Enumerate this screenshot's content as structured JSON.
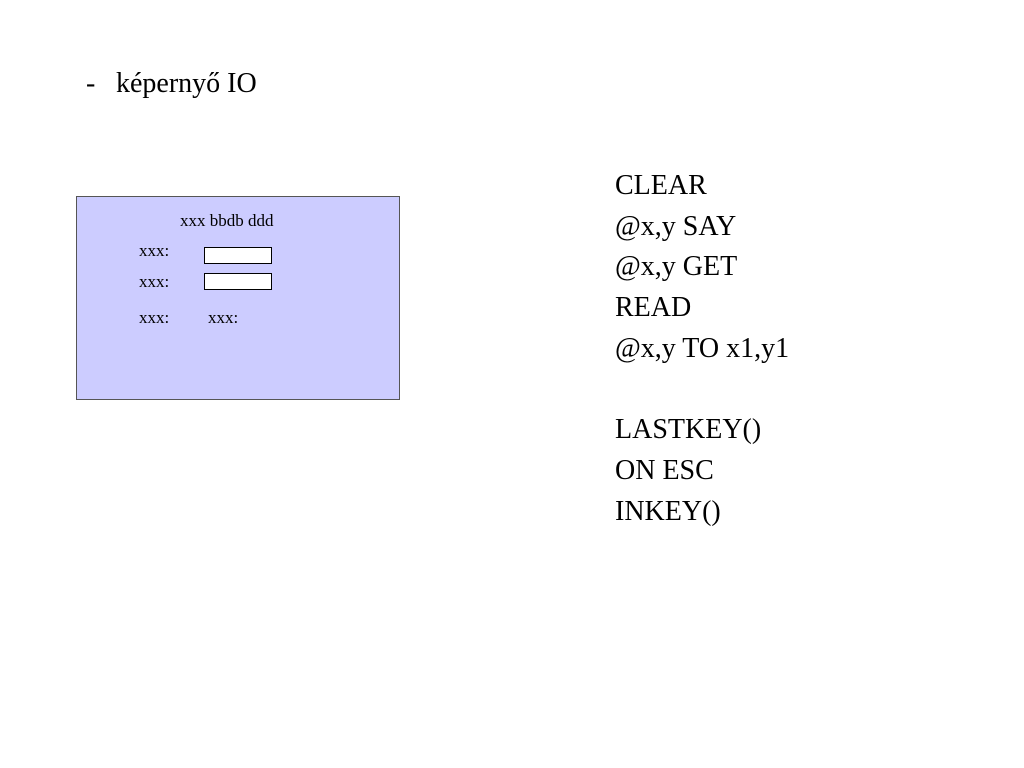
{
  "heading": {
    "dash": "-",
    "text": "képernyő IO"
  },
  "screen_box": {
    "background": "#ccccff",
    "title": "xxx bbdb ddd",
    "label_1": "xxx:",
    "label_2": "xxx:",
    "label_3": "xxx:",
    "label_4": "xxx:"
  },
  "commands": [
    "CLEAR",
    "@x,y SAY",
    "@x,y GET",
    "READ",
    "@x,y TO x1,y1",
    "",
    "LASTKEY()",
    "ON ESC",
    "INKEY()"
  ]
}
